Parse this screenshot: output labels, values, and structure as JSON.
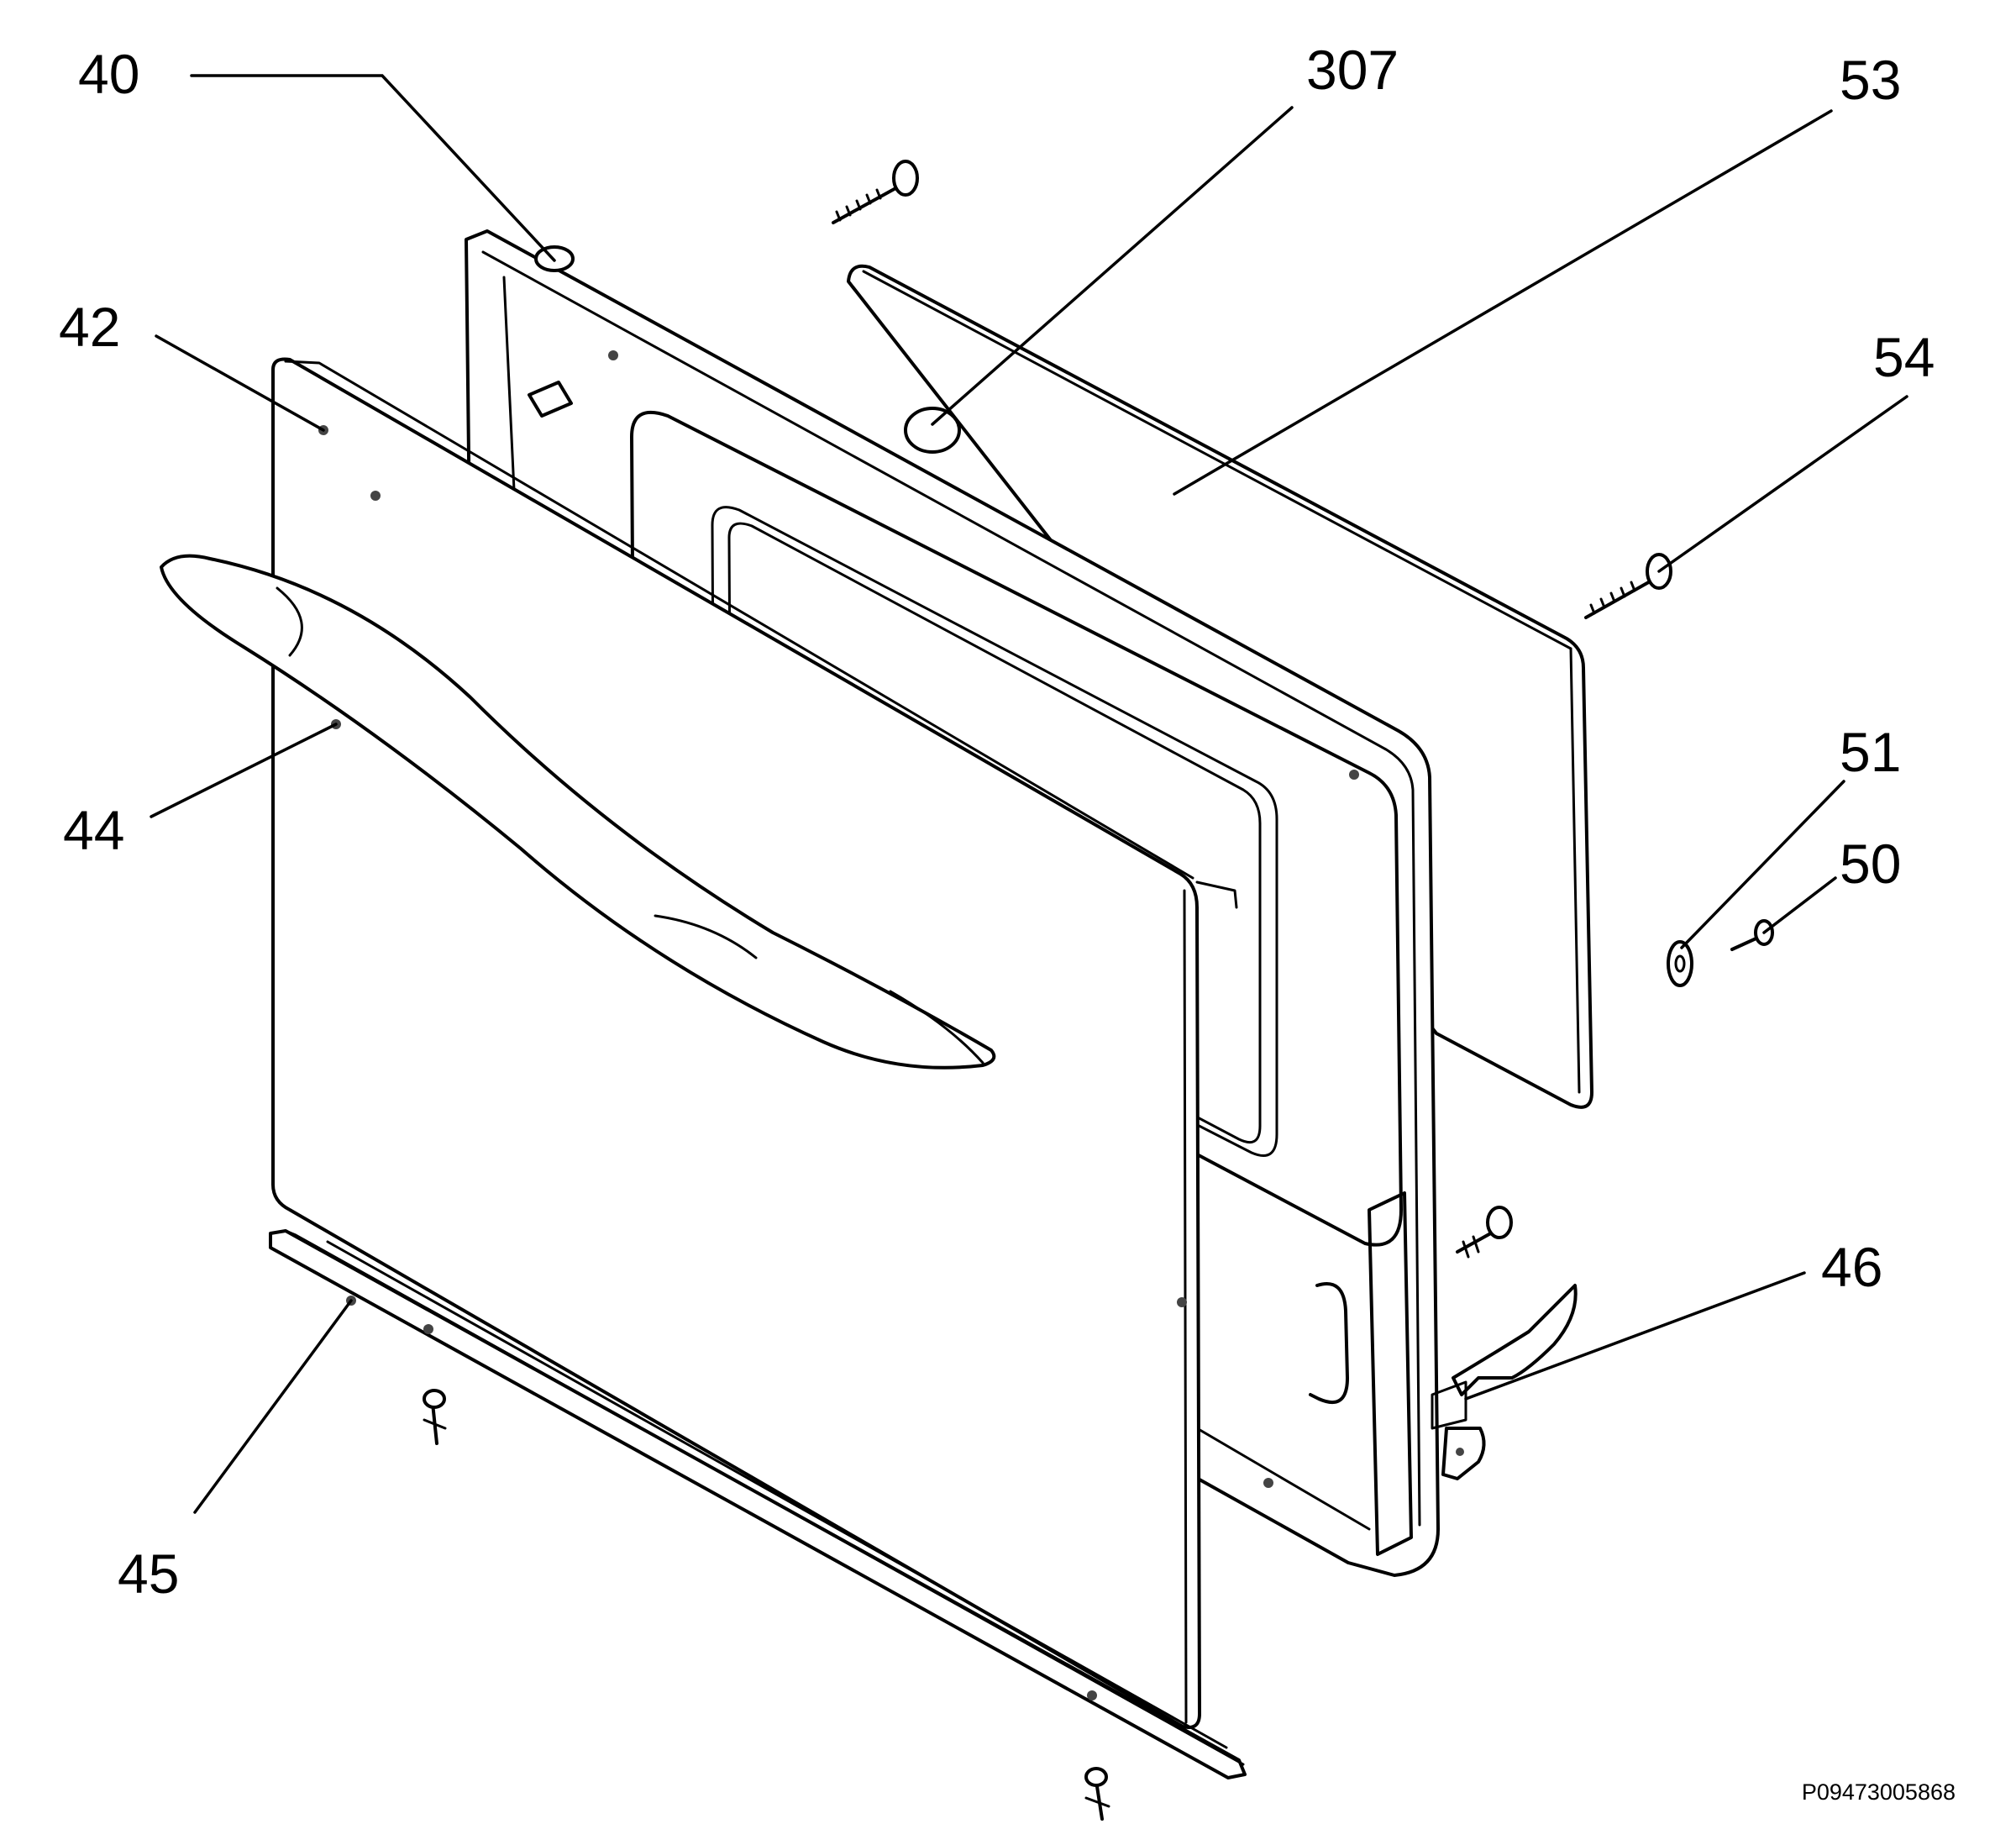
{
  "diagram": {
    "callouts": [
      {
        "id": "40",
        "label": "40"
      },
      {
        "id": "307",
        "label": "307"
      },
      {
        "id": "53",
        "label": "53"
      },
      {
        "id": "42",
        "label": "42"
      },
      {
        "id": "54",
        "label": "54"
      },
      {
        "id": "44",
        "label": "44"
      },
      {
        "id": "51",
        "label": "51"
      },
      {
        "id": "50",
        "label": "50"
      },
      {
        "id": "46",
        "label": "46"
      },
      {
        "id": "45",
        "label": "45"
      }
    ],
    "reference_code": "P09473005868"
  }
}
